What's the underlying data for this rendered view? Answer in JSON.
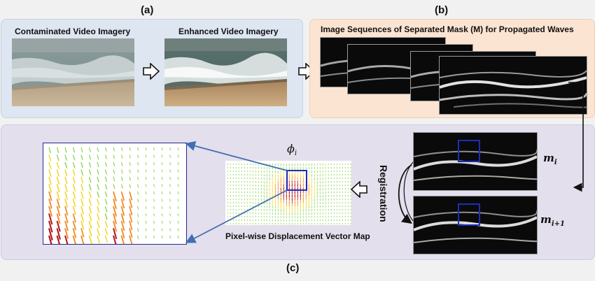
{
  "labels": {
    "a": "(a)",
    "b": "(b)",
    "c": "(c)"
  },
  "panel_a": {
    "contaminated_caption": "Contaminated Video Imagery",
    "enhanced_caption": "Enhanced Video Imagery"
  },
  "panel_b": {
    "caption": "Image Sequences of Separated Mask (M) for Propagated Waves"
  },
  "panel_c": {
    "registration_label": "Registration",
    "phi_symbol": "ϕ",
    "phi_subscript": "i",
    "m_symbol": "m",
    "m_subscript_top": "i",
    "m_subscript_bottom": "i+1",
    "vector_map_caption": "Pixel-wise Displacement Vector Map"
  },
  "colors": {
    "panel_a_bg": "#dde6f1",
    "panel_b_bg": "#fbe4d2",
    "panel_c_bg": "#e4dfec",
    "highlight_box": "#1f2db8",
    "connector": "#3f6fb5"
  }
}
